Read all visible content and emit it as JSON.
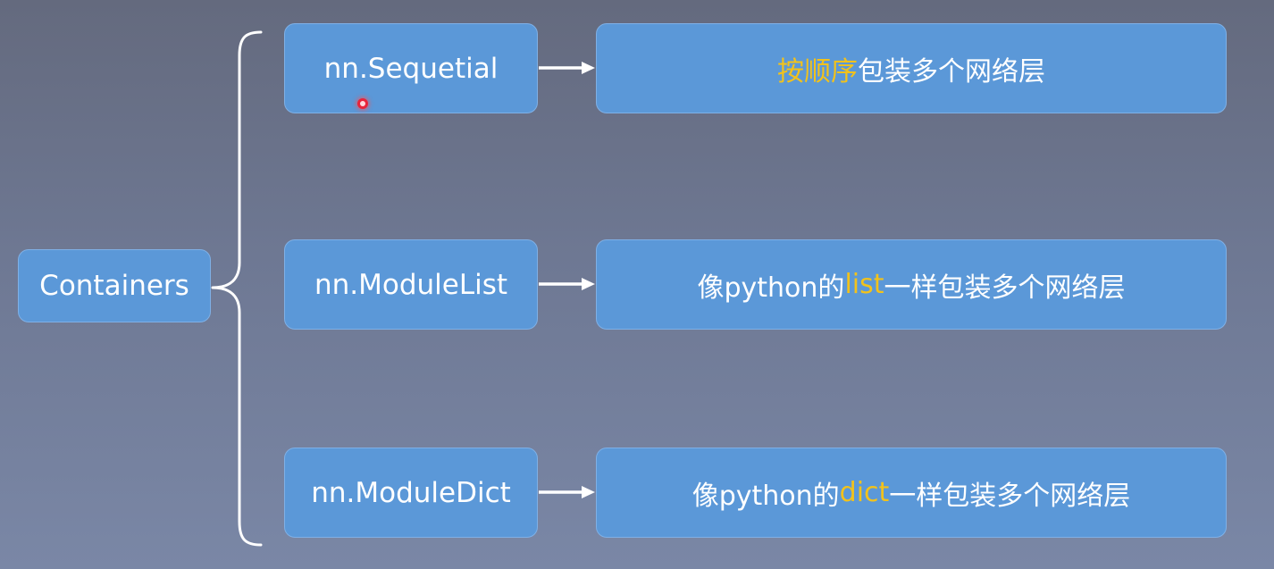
{
  "root": {
    "label": "Containers"
  },
  "containers": [
    {
      "name": "nn.Sequetial",
      "desc_before": "",
      "desc_highlight": "按顺序",
      "desc_after": "包装多个网络层"
    },
    {
      "name": "nn.ModuleList",
      "desc_before": "像python的",
      "desc_highlight": "list",
      "desc_after": "一样包装多个网络层"
    },
    {
      "name": "nn.ModuleDict",
      "desc_before": "像python的",
      "desc_highlight": "dict",
      "desc_after": "一样包装多个网络层"
    }
  ],
  "colors": {
    "box_fill": "#5b98d8",
    "box_border": "#7fb0e6",
    "text": "#ffffff",
    "highlight": "#f2c21b",
    "connector": "#ffffff",
    "background_top": "#646a7e",
    "background_bottom": "#7a87a6"
  },
  "icons": {
    "cursor": "cursor-dot-icon"
  }
}
